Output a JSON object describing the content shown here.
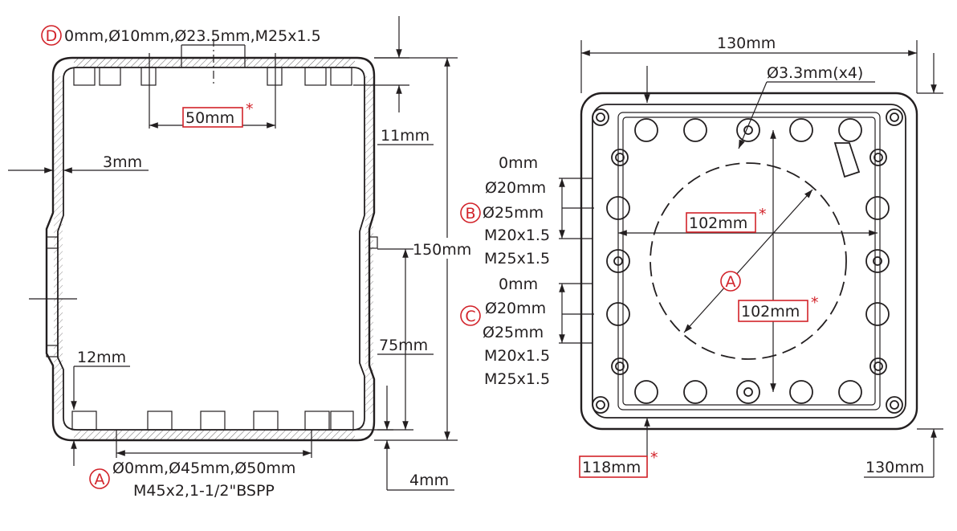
{
  "colors": {
    "line": "#231f20",
    "accent": "#d2232a"
  },
  "side": {
    "d_label": "D",
    "d_text": "0mm,Ø10mm,Ø23.5mm,M25x1.5",
    "dim_50": "50mm",
    "dim_3": "3mm",
    "dim_11": "11mm",
    "dim_150": "150mm",
    "dim_75": "75mm",
    "dim_12": "12mm",
    "dim_4": "4mm",
    "a_label": "A",
    "a_text1": "Ø0mm,Ø45mm,Ø50mm",
    "a_text2": "M45x2,1-1/2\"BSPP"
  },
  "top": {
    "dim_width": "130mm",
    "dim_height": "130mm",
    "holes": "Ø3.3mm(x4)",
    "b_label": "B",
    "b_lines": [
      "0mm",
      "Ø20mm",
      "Ø25mm",
      "M20x1.5",
      "M25x1.5"
    ],
    "c_label": "C",
    "c_lines": [
      "0mm",
      "Ø20mm",
      "Ø25mm",
      "M20x1.5",
      "M25x1.5"
    ],
    "dim_102_h": "102mm",
    "dim_102_v": "102mm",
    "circle_label": "A",
    "dim_118": "118mm",
    "star": "*"
  }
}
